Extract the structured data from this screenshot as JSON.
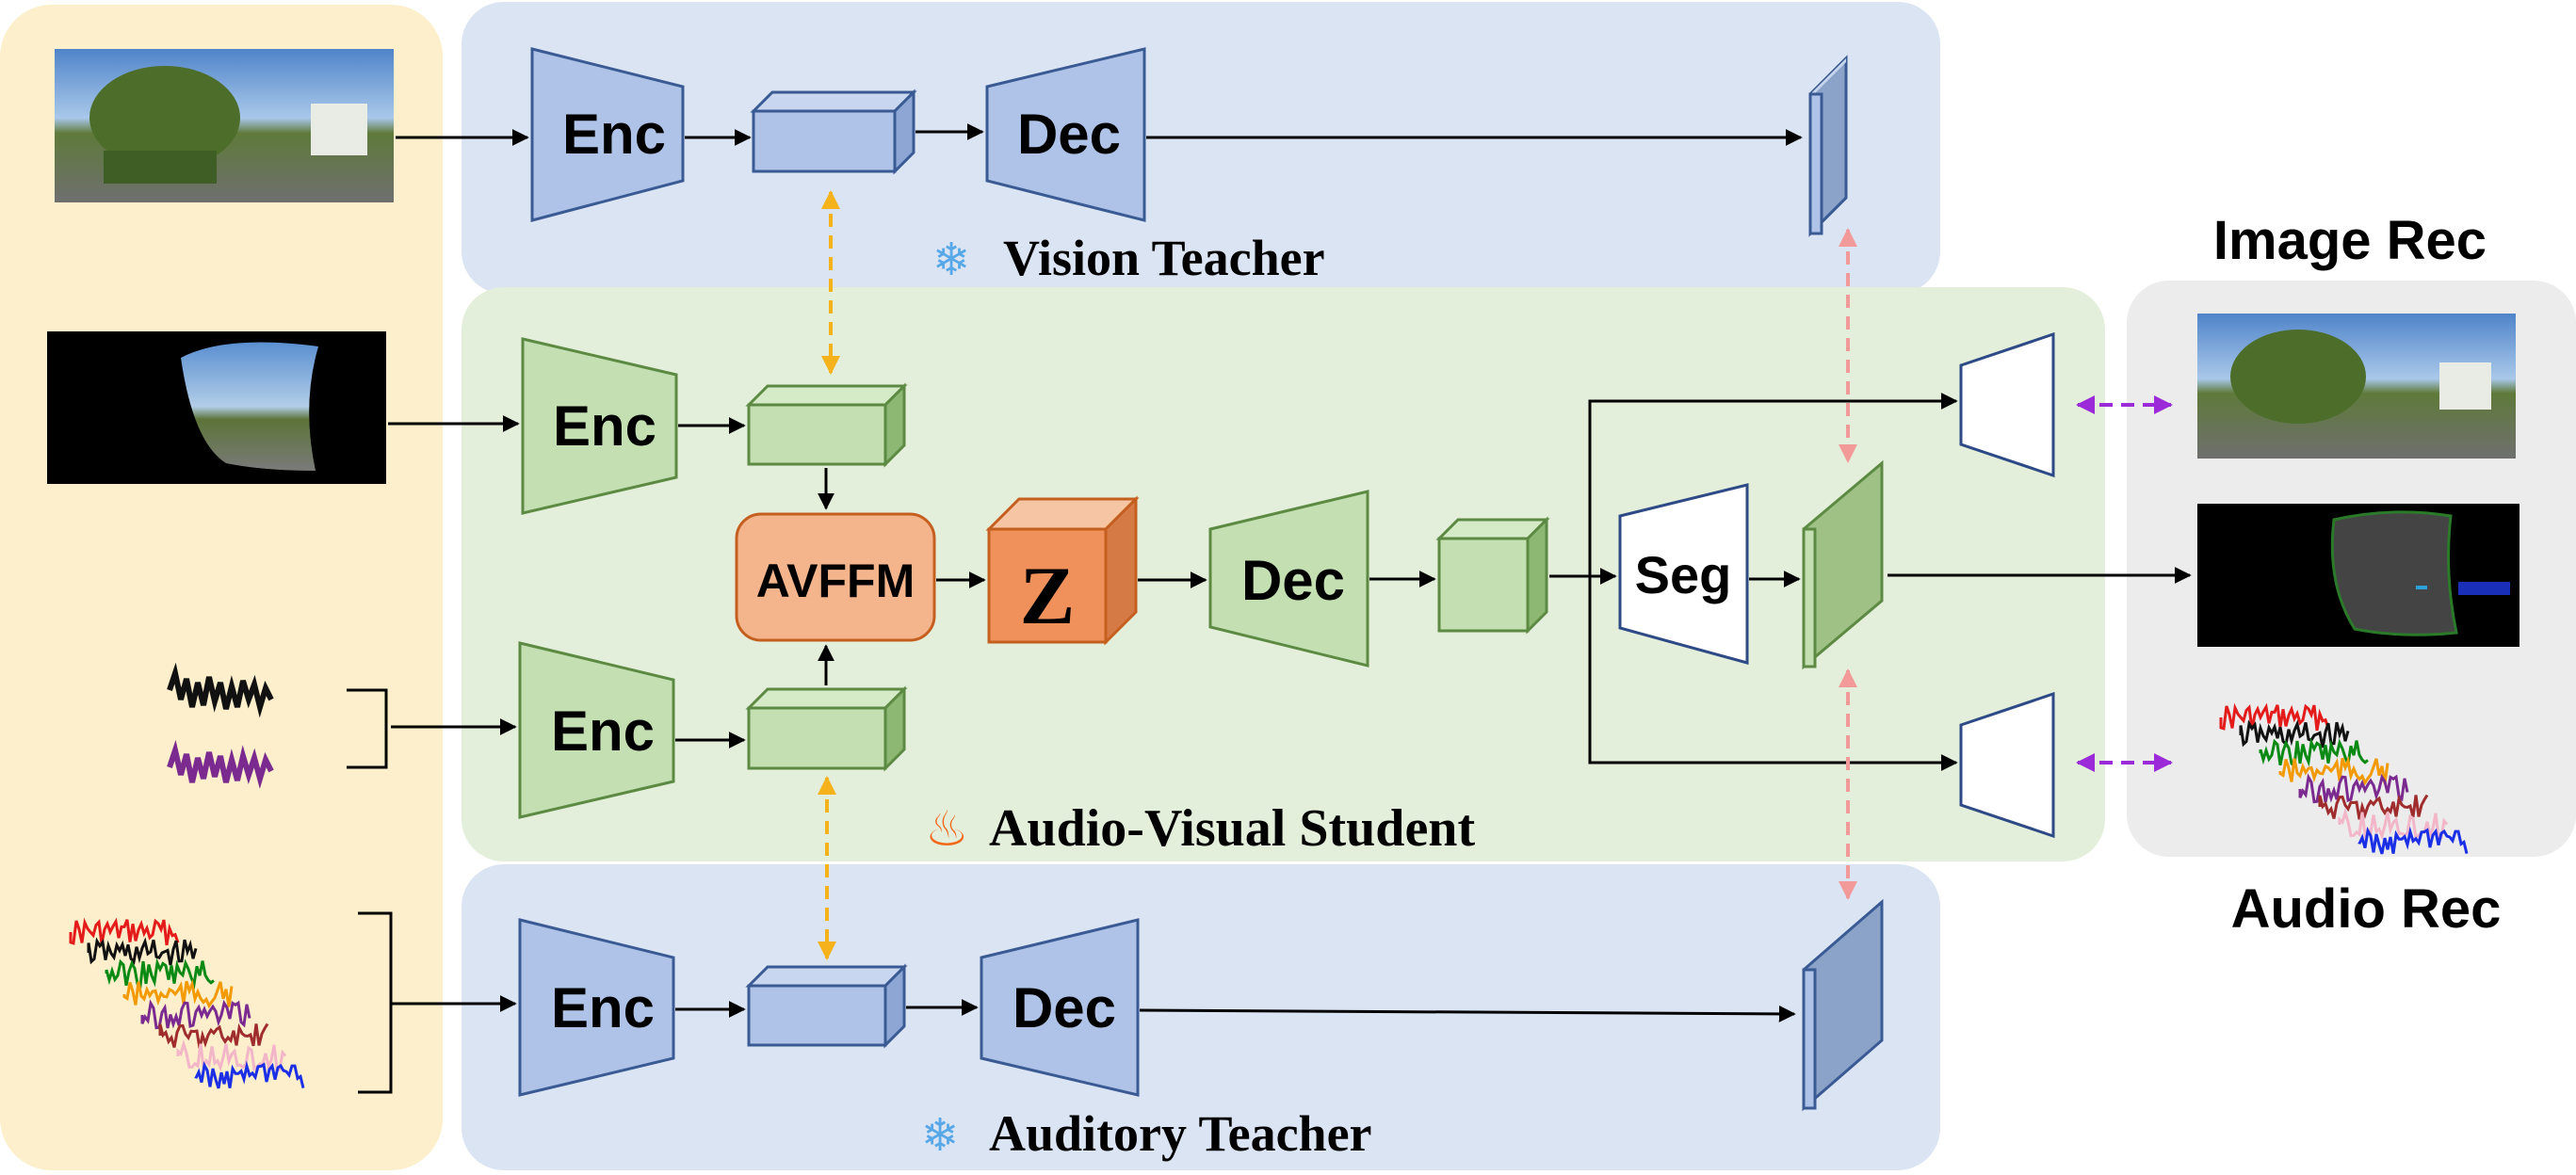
{
  "labels": {
    "enc": "Enc",
    "dec": "Dec",
    "seg": "Seg",
    "avffm": "AVFFM",
    "z": "Z",
    "vision_teacher": "Vision Teacher",
    "student": "Audio-Visual Student",
    "auditory_teacher": "Auditory Teacher",
    "image_rec": "Image Rec",
    "audio_rec": "Audio Rec"
  },
  "icons": {
    "frozen": "snowflake-icon",
    "trainable": "fire-icon"
  },
  "colors": {
    "input_panel": "#fdefcb",
    "teacher_panel": "#dbe4f3",
    "student_panel": "#e3efda",
    "rec_panel": "#ececec",
    "blue_block": "#afc3e8",
    "blue_dark": "#3a5a94",
    "green_block": "#c4e0b3",
    "green_dark": "#5d8a43",
    "orange_block": "#f4b48c",
    "orange_dark": "#c55f1f",
    "distill_arrow": "#f5b21a",
    "teacher_arrow": "#f29a9a",
    "rec_arrow": "#9b2bd8",
    "audio_tracks": [
      "#e41b1b",
      "#111111",
      "#0a8a14",
      "#f29a00",
      "#7b2b8f",
      "#a02d2d",
      "#f2b6c8",
      "#1a2fe6"
    ]
  }
}
